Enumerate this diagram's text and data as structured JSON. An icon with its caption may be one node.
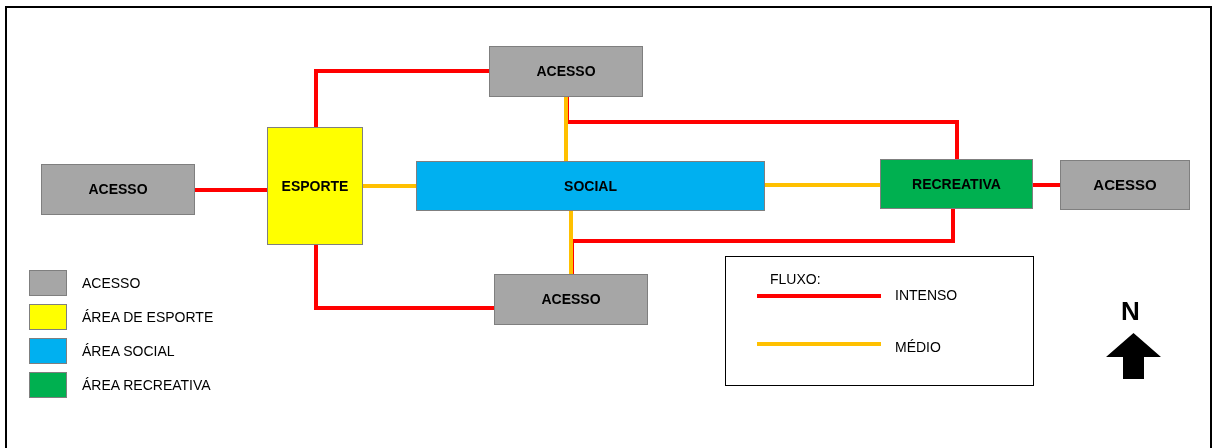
{
  "diagram": {
    "nodes": [
      {
        "text": [
          "ACESSO"
        ]
      },
      {
        "text": [
          "ACESSO"
        ]
      },
      {
        "text": [
          "ESPORTE"
        ]
      },
      {
        "text": [
          "SOCIAL"
        ]
      },
      {
        "text": [
          "RECREATIVA"
        ]
      },
      {
        "text": [
          "ACESSO"
        ]
      },
      {
        "text": [
          "ACESSO"
        ]
      }
    ],
    "edges": [
      {
        "from": 1,
        "to": 2,
        "arrow": "none"
      },
      {
        "from": 2,
        "to": 0,
        "arrow": "none"
      },
      {
        "from": 2,
        "to": 6,
        "arrow": "none"
      },
      {
        "from": 2,
        "to": 3,
        "arrow": "none",
        "color": "#ffc000"
      },
      {
        "from": 0,
        "to": 3,
        "arrow": "none",
        "color": "#ffc000"
      },
      {
        "from": 3,
        "to": 6,
        "arrow": "none",
        "color": "#ffc000"
      },
      {
        "from": 3,
        "to": 4,
        "arrow": "none",
        "color": "#ffc000"
      },
      {
        "from": 4,
        "to": 5,
        "arrow": "none"
      },
      {
        "from": 0,
        "to": 4,
        "arrow": "none"
      },
      {
        "from": 6,
        "to": 4,
        "arrow": "none"
      }
    ],
    "labels": [
      "FLUXO:",
      "N"
    ],
    "legend": [
      {
        "text": "ACESSO",
        "color": "#a6a6a6"
      },
      {
        "text": "ÁREA DE ESPORTE",
        "color": "#ffff00"
      },
      {
        "text": "ÁREA SOCIAL",
        "color": "#00b0f0"
      },
      {
        "text": "ÁREA RECREATIVA",
        "color": "#00b050"
      },
      {
        "text": "INTENSO"
      },
      {
        "text": "MÉDIO"
      }
    ]
  }
}
